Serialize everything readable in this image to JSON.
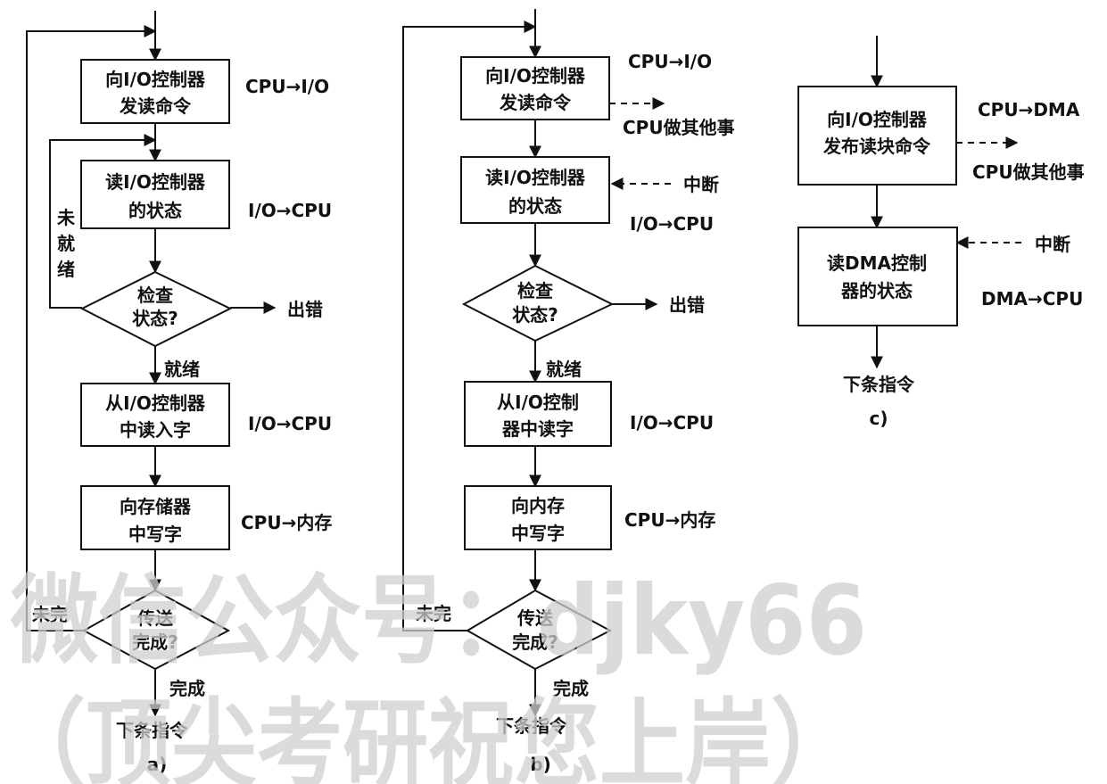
{
  "panel_a": {
    "box1": [
      "向I/O控制器",
      "发读命令"
    ],
    "box2": [
      "读I/O控制器",
      "的状态"
    ],
    "decision1": [
      "检查",
      "状态?"
    ],
    "box3": [
      "从I/O控制器",
      "中读入字"
    ],
    "box4": [
      "向存储器",
      "中写字"
    ],
    "decision2": [
      "传送",
      "完成?"
    ],
    "note_cpu_io": "CPU→I/O",
    "note_io_cpu_1": "I/O→CPU",
    "note_io_cpu_2": "I/O→CPU",
    "note_cpu_mem": "CPU→内存",
    "not_ready": [
      "未",
      "就",
      "绪"
    ],
    "error": "出错",
    "ready": "就绪",
    "not_done": "未完",
    "done": "完成",
    "next": "下条指令",
    "caption": "a)"
  },
  "panel_b": {
    "box1": [
      "向I/O控制器",
      "发读命令"
    ],
    "box2": [
      "读I/O控制器",
      "的状态"
    ],
    "decision1": [
      "检查",
      "状态?"
    ],
    "box3": [
      "从I/O控制",
      "器中读字"
    ],
    "box4": [
      "向内存",
      "中写字"
    ],
    "decision2": [
      "传送",
      "完成?"
    ],
    "note_cpu_io": "CPU→I/O",
    "note_other": "CPU做其他事",
    "note_interrupt": "中断",
    "note_io_cpu_1": "I/O→CPU",
    "note_io_cpu_2": "I/O→CPU",
    "note_cpu_mem": "CPU→内存",
    "error": "出错",
    "ready": "就绪",
    "not_done": "未完",
    "done": "完成",
    "next": "下条指令",
    "caption": "b)"
  },
  "panel_c": {
    "box1": [
      "向I/O控制器",
      "发布读块命令"
    ],
    "box2": [
      "读DMA控制",
      "器的状态"
    ],
    "note_cpu_dma": "CPU→DMA",
    "note_other": "CPU做其他事",
    "note_interrupt": "中断",
    "note_dma_cpu": "DMA→CPU",
    "next": "下条指令",
    "caption": "c)"
  },
  "watermark": [
    "微信公众号：djky66",
    "（顶尖考研祝您上岸）"
  ]
}
